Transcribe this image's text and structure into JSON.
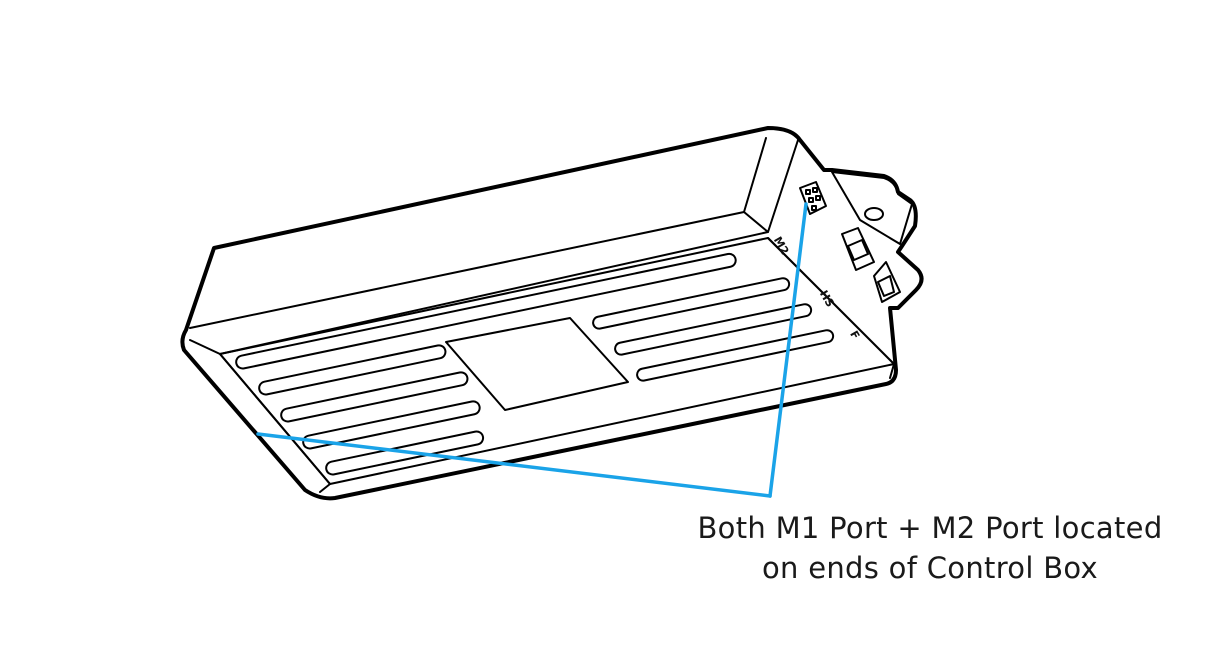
{
  "caption": {
    "line1": "Both M1 Port + M2 Port located",
    "line2": "on ends of Control Box"
  },
  "port_labels": {
    "m2": "M2",
    "hs": "HS",
    "f": "F"
  },
  "colors": {
    "callout": "#1aa3e8",
    "outline": "#000000",
    "background": "#ffffff"
  }
}
